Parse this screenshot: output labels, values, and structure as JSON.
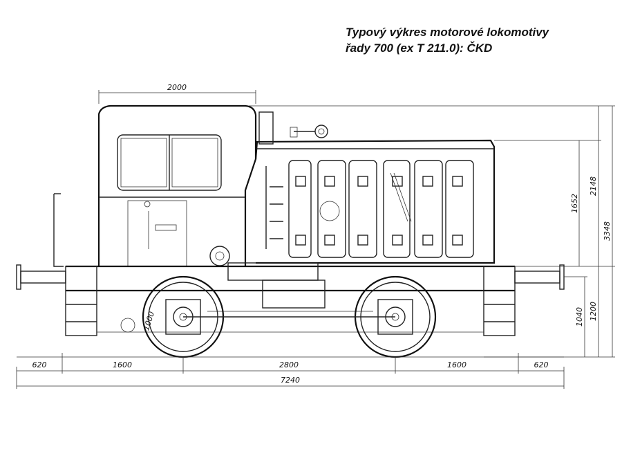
{
  "caption": {
    "line1": "Typový výkres motorové lokomotivy",
    "line2": "řady 700 (ex T 211.0): ČKD"
  },
  "dimensions": {
    "cab_length": "2000",
    "height_roof_above_frame": "1652",
    "height_hood": "2148",
    "total_height": "3348",
    "buffer_height": "1040",
    "frame_height": "1200",
    "wheel_diameter": "1000",
    "overhang_left": "620",
    "axle_to_end_left": "1600",
    "wheelbase": "2800",
    "axle_to_end_right": "1600",
    "overhang_right": "620",
    "total_length": "7240"
  }
}
